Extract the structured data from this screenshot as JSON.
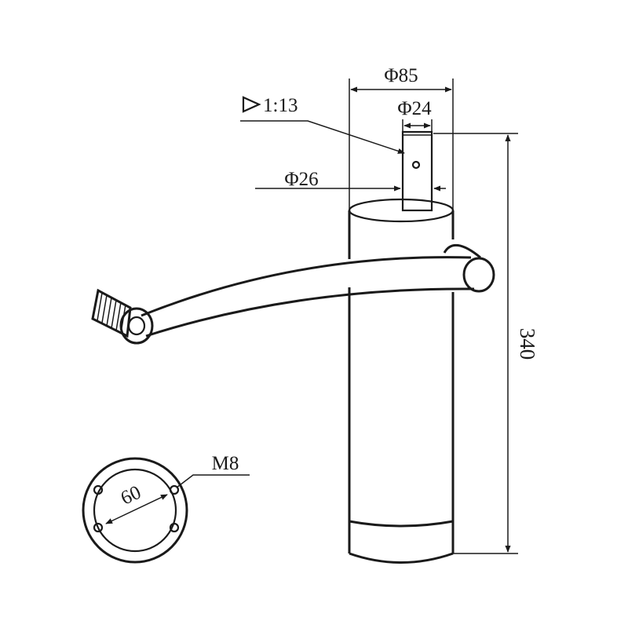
{
  "dimensions": {
    "outer_diameter": "Φ85",
    "shaft_diameter": "Φ24",
    "taper": "1:13",
    "taper_base_diameter": "Φ26",
    "height": "340"
  },
  "flange": {
    "bolt_circle": "60",
    "thread": "M8"
  },
  "colors": {
    "line": "#1a1a1a",
    "background": "#ffffff"
  }
}
